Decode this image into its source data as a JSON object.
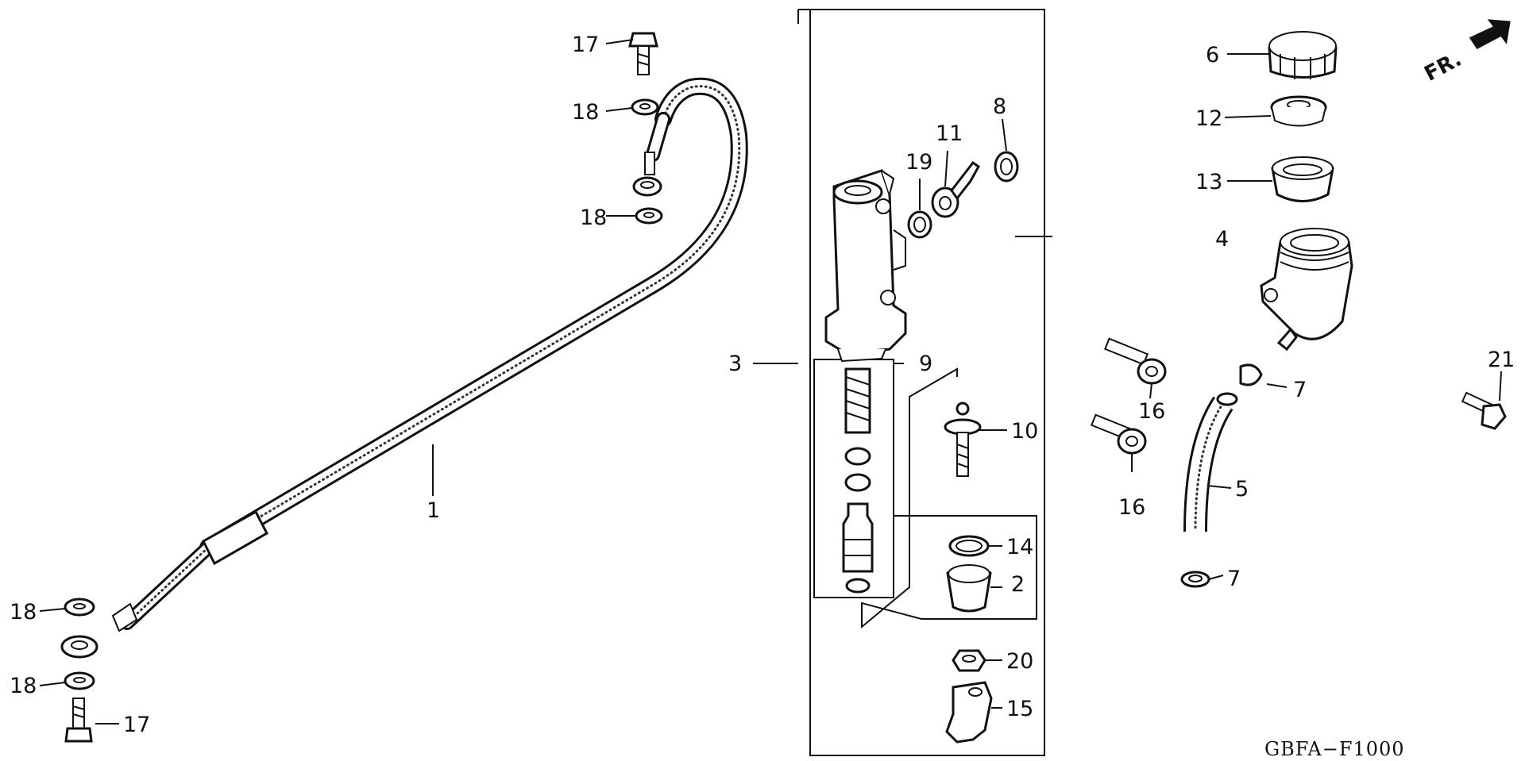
{
  "diagram": {
    "callouts": {
      "c1": "1",
      "c2": "2",
      "c3": "3",
      "c4": "4",
      "c5": "5",
      "c6": "6",
      "c7a": "7",
      "c7b": "7",
      "c8": "8",
      "c9": "9",
      "c10": "10",
      "c11": "11",
      "c12": "12",
      "c13": "13",
      "c14": "14",
      "c15": "15",
      "c16a": "16",
      "c16b": "16",
      "c17a": "17",
      "c17b": "17",
      "c18a": "18",
      "c18b": "18",
      "c18c": "18",
      "c18d": "18",
      "c19": "19",
      "c20": "20",
      "c21": "21"
    },
    "front_label": "FR.",
    "diagram_code": "GBFA−F1000"
  }
}
